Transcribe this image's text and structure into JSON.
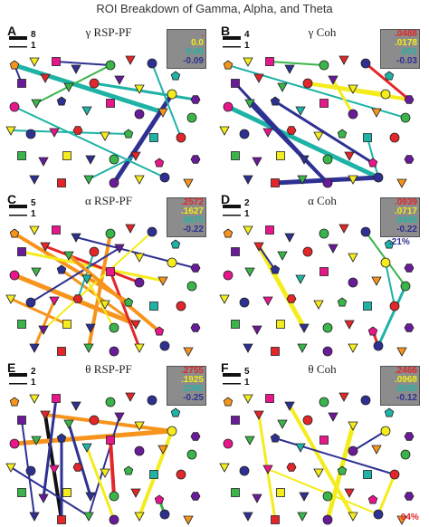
{
  "title": "ROI Breakdown of Gamma, Alpha, and Theta",
  "colors": {
    "red": "#e3262a",
    "orange": "#f7941d",
    "yellow": "#f4ec1c",
    "green": "#39b54a",
    "teal": "#1fb3a6",
    "blue": "#2e3192",
    "purple": "#6a1b9a",
    "magenta": "#e8168b",
    "black": "#111111",
    "box": "#8c8c8c"
  },
  "panels": [
    {
      "letter": "A",
      "title": "γ RSP-PF",
      "scale": [
        "8",
        "1"
      ],
      "values": [
        ".",
        "0.0",
        "0.00",
        "-0.09"
      ],
      "extra": ""
    },
    {
      "letter": "B",
      "title": "γ Coh",
      "scale": [
        "4",
        "1"
      ],
      "values": [
        ".0488",
        ".0178",
        ".001",
        "-0.03"
      ],
      "extra": ""
    },
    {
      "letter": "C",
      "title": "α RSP-PF",
      "scale": [
        "5",
        "1"
      ],
      "values": [
        ".2572",
        ".1627",
        ".0675",
        "-0.22"
      ],
      "extra": ""
    },
    {
      "letter": "D",
      "title": "α Coh",
      "scale": [
        "2",
        "1"
      ],
      "values": [
        ".0939",
        ".0717",
        ".0495",
        "-0.22"
      ],
      "extra": ".21%"
    },
    {
      "letter": "E",
      "title": "θ RSP-PF",
      "scale": [
        "2",
        "1"
      ],
      "values": [
        ".2755",
        ".1925",
        ".1095",
        "-0.25"
      ],
      "extra": ""
    },
    {
      "letter": "F",
      "title": "θ Coh",
      "scale": [
        "5",
        "1"
      ],
      "values": [
        ".2466",
        ".0968",
        ".0530",
        "-0.12"
      ],
      "extra": ".04%"
    }
  ]
}
